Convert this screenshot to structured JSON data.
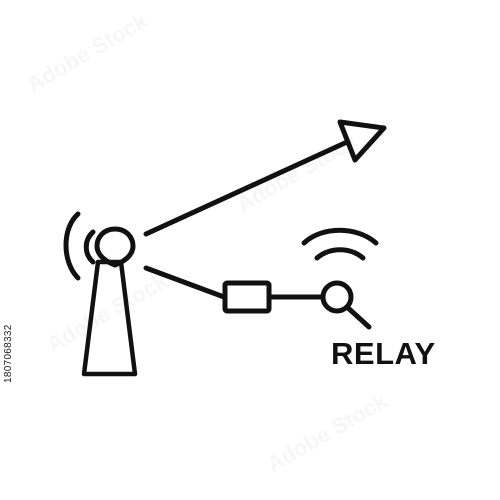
{
  "label": "RELAY",
  "stock_id": "1807068332",
  "watermark_text": "Adobe Stock",
  "colors": {
    "stroke": "#111111",
    "background": "#ffffff"
  },
  "icons": {
    "tower": "antenna-tower-icon",
    "broadcast_waves": "broadcast-waves-icon",
    "arrow": "signal-arrow-icon",
    "relay_box": "relay-box-icon",
    "wifi_waves": "wifi-waves-icon",
    "receiver": "receiver-node-icon"
  }
}
